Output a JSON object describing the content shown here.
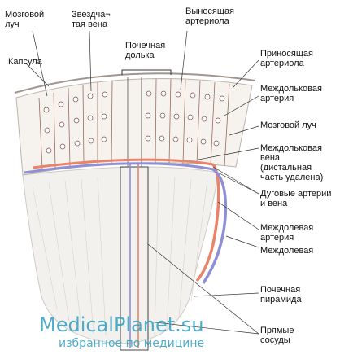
{
  "diagram": {
    "labels_left": {
      "medullary_ray_left": "Мозговой\nлуч",
      "stellate_vein": "Звездча¬\nтая вена",
      "renal_lobule": "Почечная\nдолька",
      "efferent_arteriole": "Выносящая\nартериола",
      "capsule": "Капсула"
    },
    "labels_right": {
      "afferent_arteriole": "Приносящая\nартериола",
      "interlobular_artery": "Междольковая\nартерия",
      "medullary_ray_right": "Мозговой луч",
      "interlobular_vein": "Междольковая\nвена\n(дистальная\nчасть удалена)",
      "arcuate": "Дуговые артерии\nи вена",
      "interlobar_artery": "Междолевая\nартерия",
      "interlobar_vein": "Междолевая",
      "renal_pyramid": "Почечная\nпирамида",
      "vasa_recta": "Прямые\nсосуды"
    },
    "colors": {
      "artery": "#e8846a",
      "vein": "#8f8fd6",
      "watermark": "#2f9fbf"
    }
  },
  "watermark": {
    "line1": "MedicalPlanet.su",
    "line2": "избранное по медицине"
  }
}
